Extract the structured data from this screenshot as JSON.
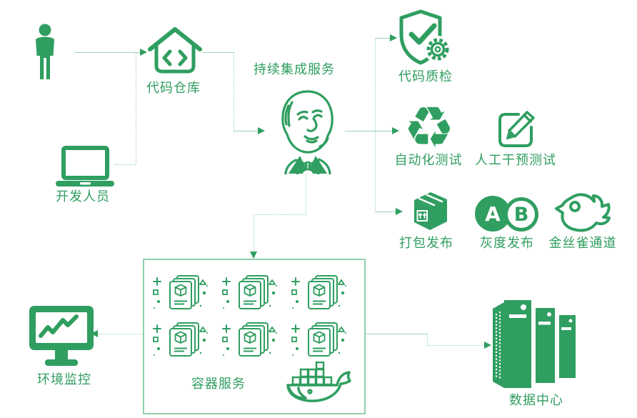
{
  "diagram": {
    "nodes": {
      "developer": {
        "label": "开发人员"
      },
      "code_repo": {
        "label": "代码仓库"
      },
      "ci_service": {
        "label": "持续集成服务"
      },
      "code_quality": {
        "label": "代码质检"
      },
      "automated_test": {
        "label": "自动化测试"
      },
      "manual_test": {
        "label": "人工干预测试"
      },
      "package_release": {
        "label": "打包发布"
      },
      "gray_release": {
        "label": "灰度发布",
        "letter_a": "A",
        "letter_b": "B"
      },
      "canary_channel": {
        "label": "金丝雀通道"
      },
      "container_service": {
        "label": "容器服务"
      },
      "env_monitor": {
        "label": "环境监控"
      },
      "data_center": {
        "label": "数据中心"
      }
    },
    "icons": {
      "recycle_glyph": "♻",
      "person": "developer-person",
      "laptop": "developer-laptop",
      "code_house": "repository-house-with-angle-brackets",
      "jenkins": "jenkins-butler-mascot",
      "shield_gear": "shield-check-with-gear",
      "pencil_square": "edit-pencil-square",
      "package_box": "shipping-box",
      "ab_circles": "a-b-circles",
      "bird": "canary-bird",
      "container_card": "container-image-stack",
      "docker_whale": "docker-whale",
      "monitor": "monitor-with-line-chart",
      "servers": "server-towers"
    },
    "flows": [
      {
        "from": "developer",
        "to": "code_repo"
      },
      {
        "from": "code_repo",
        "to": "ci_service"
      },
      {
        "from": "ci_service",
        "to": "code_quality"
      },
      {
        "from": "ci_service",
        "to": "automated_test"
      },
      {
        "from": "ci_service",
        "to": "package_release"
      },
      {
        "from": "ci_service",
        "to": "container_service"
      },
      {
        "from": "container_service",
        "to": "env_monitor"
      },
      {
        "from": "container_service",
        "to": "data_center"
      }
    ],
    "colors": {
      "primary": "#2F9E60",
      "connector": "#9AD2B5",
      "container_box_border": "#90CFAC",
      "background": "#FFFFFF"
    }
  }
}
